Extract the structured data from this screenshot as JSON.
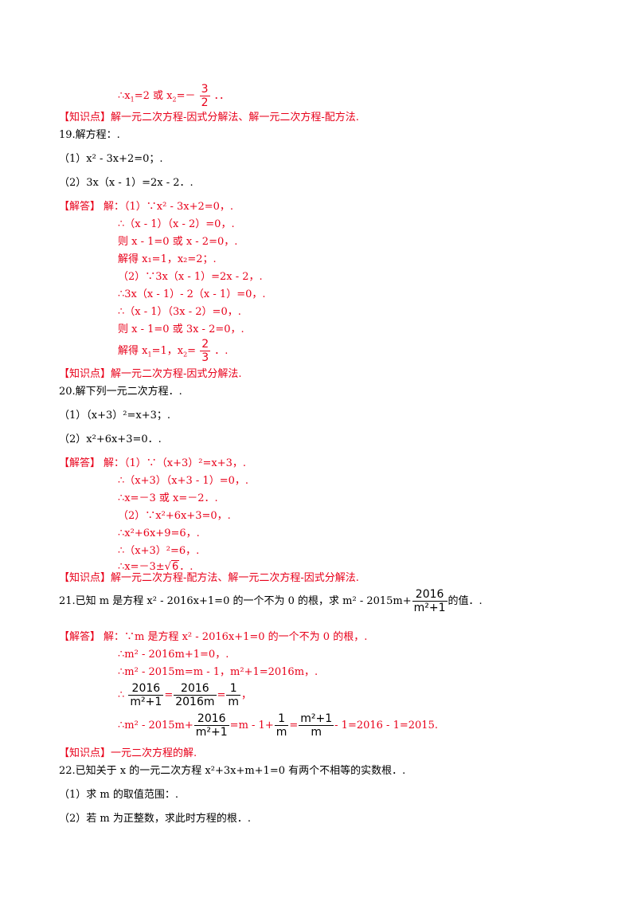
{
  "p18": {
    "tail": {
      "pre": "∴x",
      "s1": "1",
      "mid": "=2 或 x",
      "s2": "2",
      "eq": "=－",
      "num": "3",
      "den": "2",
      "post": "．．"
    },
    "knowledge": {
      "tag": "【知识点】",
      "text": "解一元二次方程-因式分解法、解一元二次方程-配方法."
    }
  },
  "p19": {
    "title": "19.解方程：.",
    "q1": "（1）x² - 3x+2=0；.",
    "q2": "（2）3x（x - 1）=2x - 2．.",
    "tag": "【解答】",
    "lines": [
      "解：（1）∵x² - 3x+2=0，.",
      "∴（x - 1）（x - 2）=0，.",
      "则 x - 1=0 或 x - 2=0，.",
      "解得 x₁=1，x₂=2；.",
      "（2）∵3x（x - 1）=2x - 2，.",
      "∴3x（x - 1）- 2（x - 1）=0，.",
      "∴（x - 1）（3x - 2）=0，.",
      "则 x - 1=0 或 3x - 2=0，."
    ],
    "last": {
      "pre": "解得 x",
      "s1": "1",
      "mid": "=1，x",
      "s2": "2",
      "eq": "=",
      "num": "2",
      "den": "3",
      "post": "．."
    },
    "knowledge": {
      "tag": "【知识点】",
      "text": "解一元二次方程-因式分解法."
    }
  },
  "p20": {
    "title": "20.解下列一元二次方程．.",
    "q1": "（1）（x+3）²=x+3；.",
    "q2": "（2）x²+6x+3=0．.",
    "tag": "【解答】",
    "lines": [
      "解：（1）∵（x+3）²=x+3，.",
      "∴（x+3）（x+3 - 1）=0，.",
      "∴x=－3 或 x=－2．.",
      "（2）∵x²+6x+3=0，.",
      "∴x²+6x+9=6，.",
      "∴（x+3）²=6，."
    ],
    "last": {
      "pre": "∴x=－3±",
      "rad": "6",
      "post": "．."
    },
    "knowledge": {
      "tag": "【知识点】",
      "text": "解一元二次方程-配方法、解一元二次方程-因式分解法."
    }
  },
  "p21": {
    "title": {
      "pre": "21.已知 m 是方程 x² - 2016x+1=0 的一个不为 0 的根，求 m² - 2015m+",
      "num": "2016",
      "den": "m²+1",
      "post": "的值．."
    },
    "tag": "【解答】",
    "lines": [
      "解：∵m 是方程 x² - 2016x+1=0 的一个不为 0 的根，.",
      "∴m² - 2016m+1=0，.",
      "∴m² - 2015m=m - 1，m²+1=2016m，."
    ],
    "l4": {
      "pre": "∴",
      "n1": "2016",
      "d1": "m²+1",
      "eq1": "=",
      "n2": "2016",
      "d2": "2016m",
      "eq2": "=",
      "n3": "1",
      "d3": "m",
      "post": "，"
    },
    "l5": {
      "pre": "∴m² - 2015m+",
      "n1": "2016",
      "d1": "m²+1",
      "mid": "=m - 1+",
      "n2": "1",
      "d2": "m",
      "eq": "=",
      "n3": "m²+1",
      "d3": "m",
      "post": "- 1=2016 - 1=2015."
    },
    "knowledge": {
      "tag": "【知识点】",
      "text": "一元二次方程的解."
    }
  },
  "p22": {
    "title": "22.已知关于 x 的一元二次方程 x²+3x+m+1=0 有两个不相等的实数根．.",
    "q1": "（1）求 m 的取值范围：.",
    "q2": "（2）若 m 为正整数，求此时方程的根．."
  }
}
